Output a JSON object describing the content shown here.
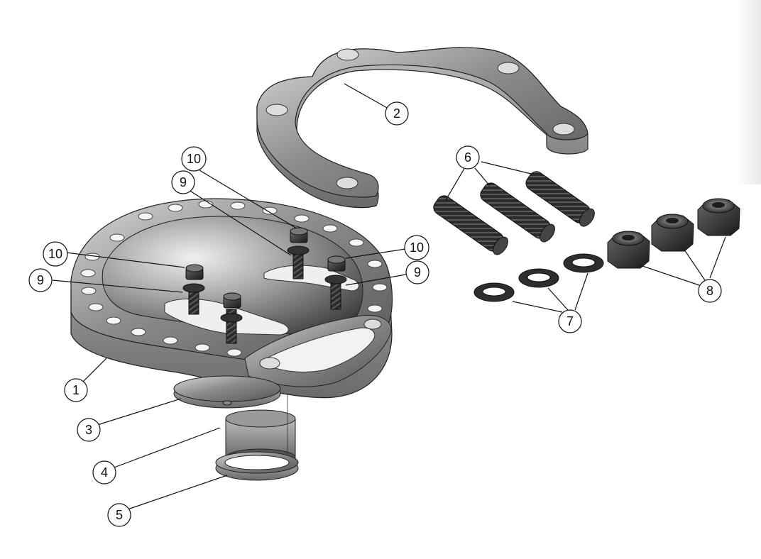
{
  "balloons": {
    "b1": "1",
    "b2": "2",
    "b3": "3",
    "b4": "4",
    "b5": "5",
    "b6": "6",
    "b7": "7",
    "b8": "8",
    "b9a": "9",
    "b9b": "9",
    "b9c": "9",
    "b10a": "10",
    "b10b": "10",
    "b10c": "10"
  }
}
